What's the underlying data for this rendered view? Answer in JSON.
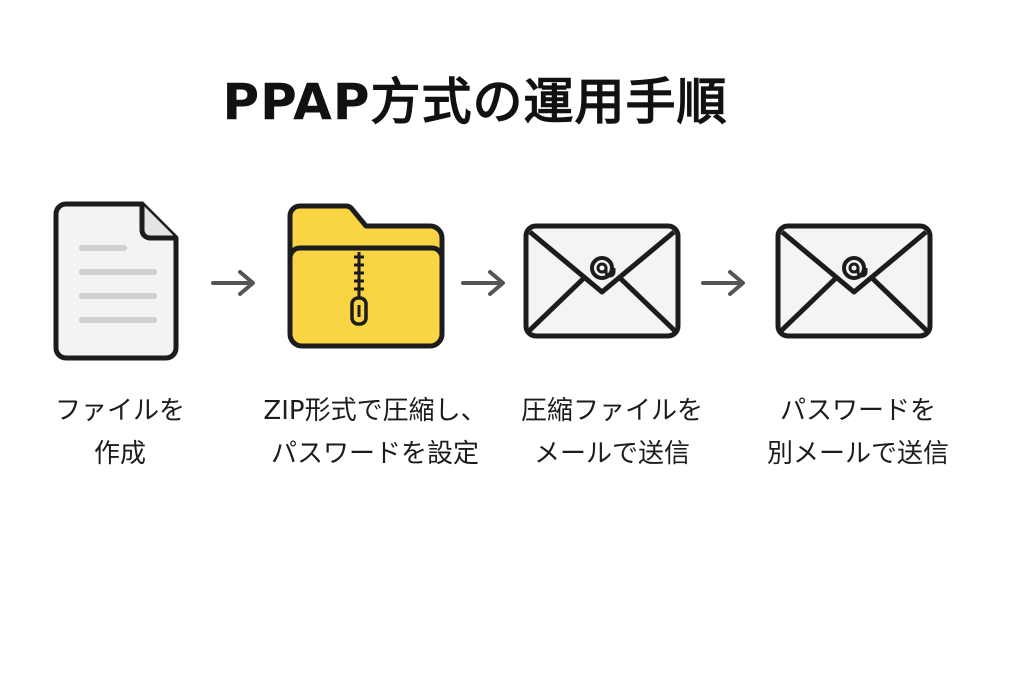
{
  "title": "PPAP方式の運用手順",
  "colors": {
    "outline": "#1c1c1c",
    "document_fill": "#f3f3f3",
    "document_lines": "#cfcfcf",
    "folder_fill": "#f9d443",
    "envelope_fill": "#f4f4f4",
    "arrow": "#555555"
  },
  "steps": [
    {
      "icon": "document-icon",
      "lines": [
        "ファイルを",
        "作成"
      ]
    },
    {
      "icon": "zip-folder-icon",
      "lines": [
        "ZIP形式で圧縮し、",
        "パスワードを設定"
      ]
    },
    {
      "icon": "email-envelope-icon",
      "lines": [
        "圧縮ファイルを",
        "メールで送信"
      ]
    },
    {
      "icon": "email-envelope-icon",
      "lines": [
        "パスワードを",
        "別メールで送信"
      ]
    }
  ],
  "arrows": [
    "arrow-right-icon",
    "arrow-right-icon",
    "arrow-right-icon"
  ]
}
